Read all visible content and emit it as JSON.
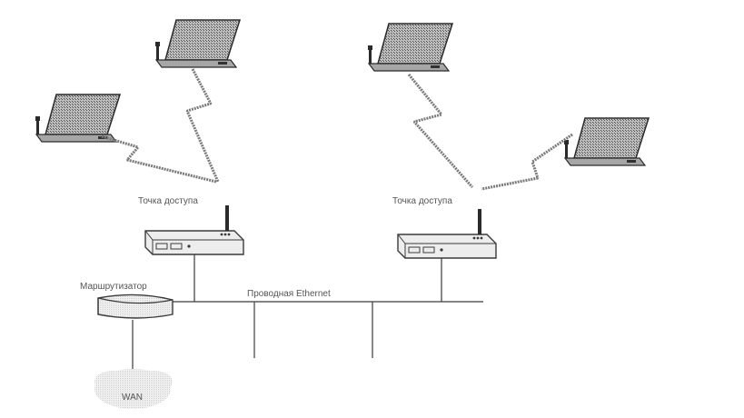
{
  "labels": {
    "access_point_left": "Точка доступа",
    "access_point_right": "Точка доступа",
    "switch": "Маршрутизатор",
    "ethernet": "Проводная Ethernet",
    "wan": "WAN"
  },
  "colors": {
    "stroke": "#3a3a3a",
    "laptop_screen": "#8c8c8c",
    "laptop_body": "#9a9a9a",
    "device_fill": "#e6e6e6",
    "wireless_link": "#7a7a7a",
    "wan_cloud": "#e3e3e3"
  }
}
